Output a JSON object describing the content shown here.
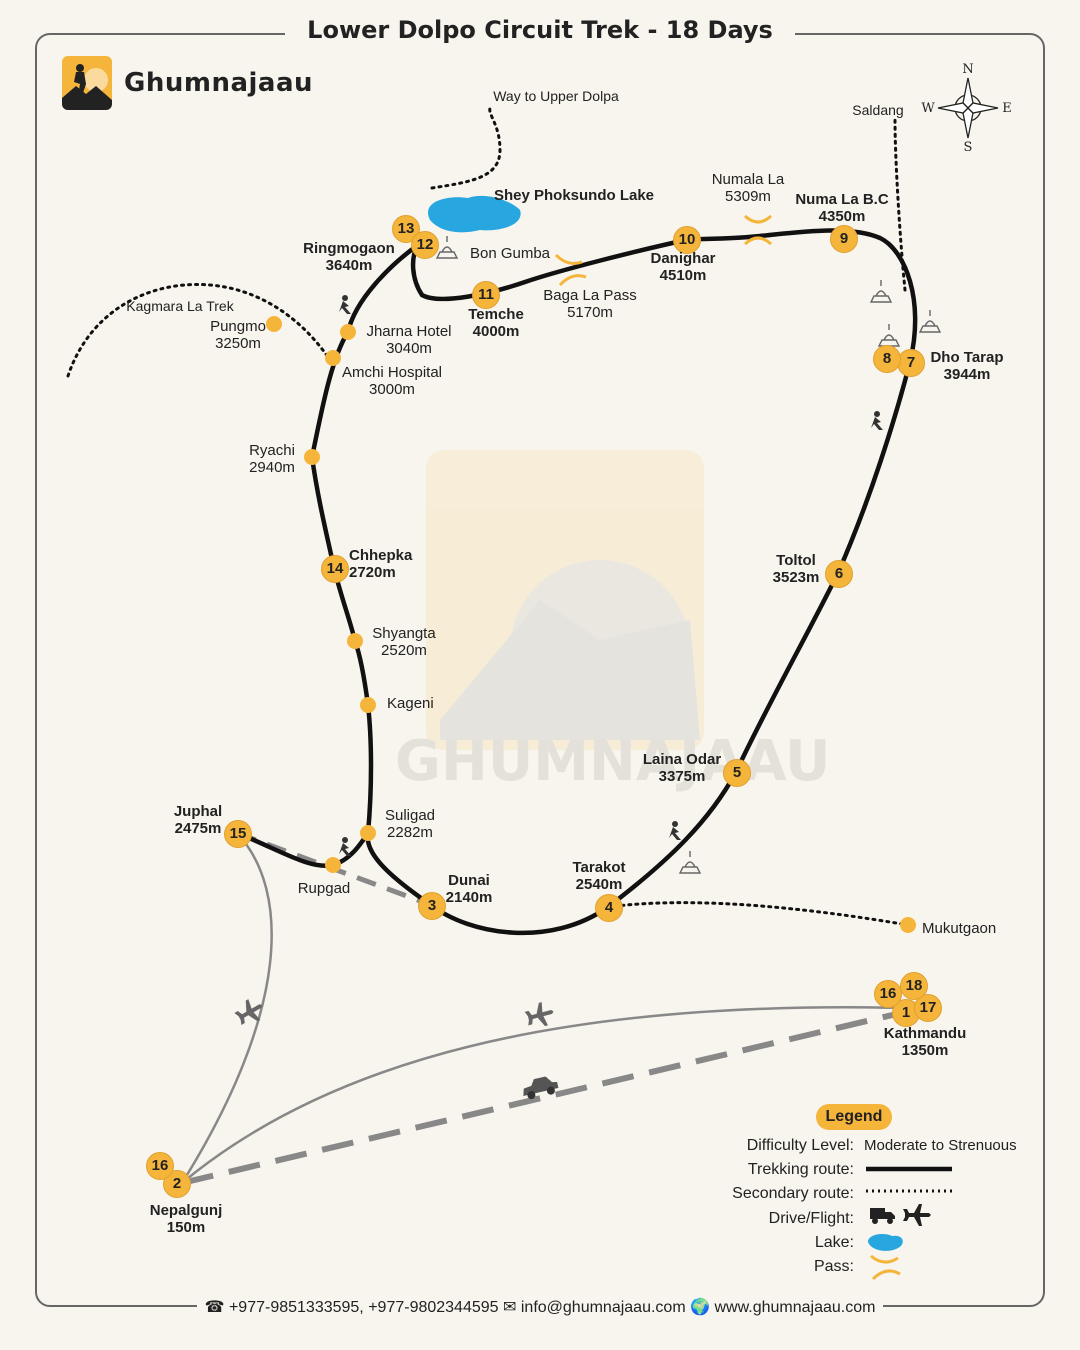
{
  "title": "Lower Dolpo Circuit Trek - 18 Days",
  "brand": "Ghumnajaau",
  "colors": {
    "accent": "#f5b53a",
    "lake": "#27a6e0",
    "route": "#111111",
    "drive": "#888888",
    "flight": "#888888",
    "background": "#f8f5ee"
  },
  "compass": {
    "n": "N",
    "s": "S",
    "e": "E",
    "w": "W"
  },
  "route_labels": {
    "upper_dolpo": "Way to Upper Dolpa",
    "saldang": "Saldang",
    "kagmara": "Kagmara La Trek",
    "lake": "Shey Phoksundo Lake",
    "bon_gumba": "Bon Gumba"
  },
  "passes": [
    {
      "name": "Numala La",
      "altitude": "5309m"
    },
    {
      "name": "Baga La Pass",
      "altitude": "5170m"
    }
  ],
  "stops": [
    {
      "num": "1",
      "name": "Kathmandu",
      "altitude": "1350m"
    },
    {
      "num": "2",
      "name": "Nepalgunj",
      "altitude": "150m"
    },
    {
      "num": "3",
      "name": "Dunai",
      "altitude": "2140m"
    },
    {
      "num": "4",
      "name": "Tarakot",
      "altitude": "2540m"
    },
    {
      "num": "5",
      "name": "Laina Odar",
      "altitude": "3375m"
    },
    {
      "num": "6",
      "name": "Toltol",
      "altitude": "3523m"
    },
    {
      "num": "7",
      "name": "Dho Tarap",
      "altitude": "3944m"
    },
    {
      "num": "8",
      "name": "",
      "altitude": ""
    },
    {
      "num": "9",
      "name": "Numa La B.C",
      "altitude": "4350m"
    },
    {
      "num": "10",
      "name": "Danighar",
      "altitude": "4510m"
    },
    {
      "num": "11",
      "name": "Temche",
      "altitude": "4000m"
    },
    {
      "num": "12",
      "name": "",
      "altitude": ""
    },
    {
      "num": "13",
      "name": "Ringmogaon",
      "altitude": "3640m"
    },
    {
      "num": "14",
      "name": "Chhepka",
      "altitude": "2720m"
    },
    {
      "num": "15",
      "name": "Juphal",
      "altitude": "2475m"
    },
    {
      "num": "16",
      "name": "",
      "altitude": ""
    },
    {
      "num": "17",
      "name": "",
      "altitude": ""
    },
    {
      "num": "18",
      "name": "",
      "altitude": ""
    }
  ],
  "minor_stops": [
    {
      "name": "Pungmo",
      "altitude": "3250m"
    },
    {
      "name": "Jharna Hotel",
      "altitude": "3040m"
    },
    {
      "name": "Amchi Hospital",
      "altitude": "3000m"
    },
    {
      "name": "Ryachi",
      "altitude": "2940m"
    },
    {
      "name": "Shyangta",
      "altitude": "2520m"
    },
    {
      "name": "Kageni",
      "altitude": ""
    },
    {
      "name": "Suligad",
      "altitude": "2282m"
    },
    {
      "name": "Rupgad",
      "altitude": ""
    },
    {
      "name": "Mukutgaon",
      "altitude": ""
    }
  ],
  "legend": {
    "title": "Legend",
    "difficulty_label": "Difficulty Level:",
    "difficulty_value": "Moderate to Strenuous",
    "trekking_label": "Trekking route:",
    "secondary_label": "Secondary route:",
    "drive_flight_label": "Drive/Flight:",
    "lake_label": "Lake:",
    "pass_label": "Pass:"
  },
  "footer": {
    "phone": "+977-9851333595, +977-9802344595",
    "email": "info@ghumnajaau.com",
    "website": "www.ghumnajaau.com"
  }
}
